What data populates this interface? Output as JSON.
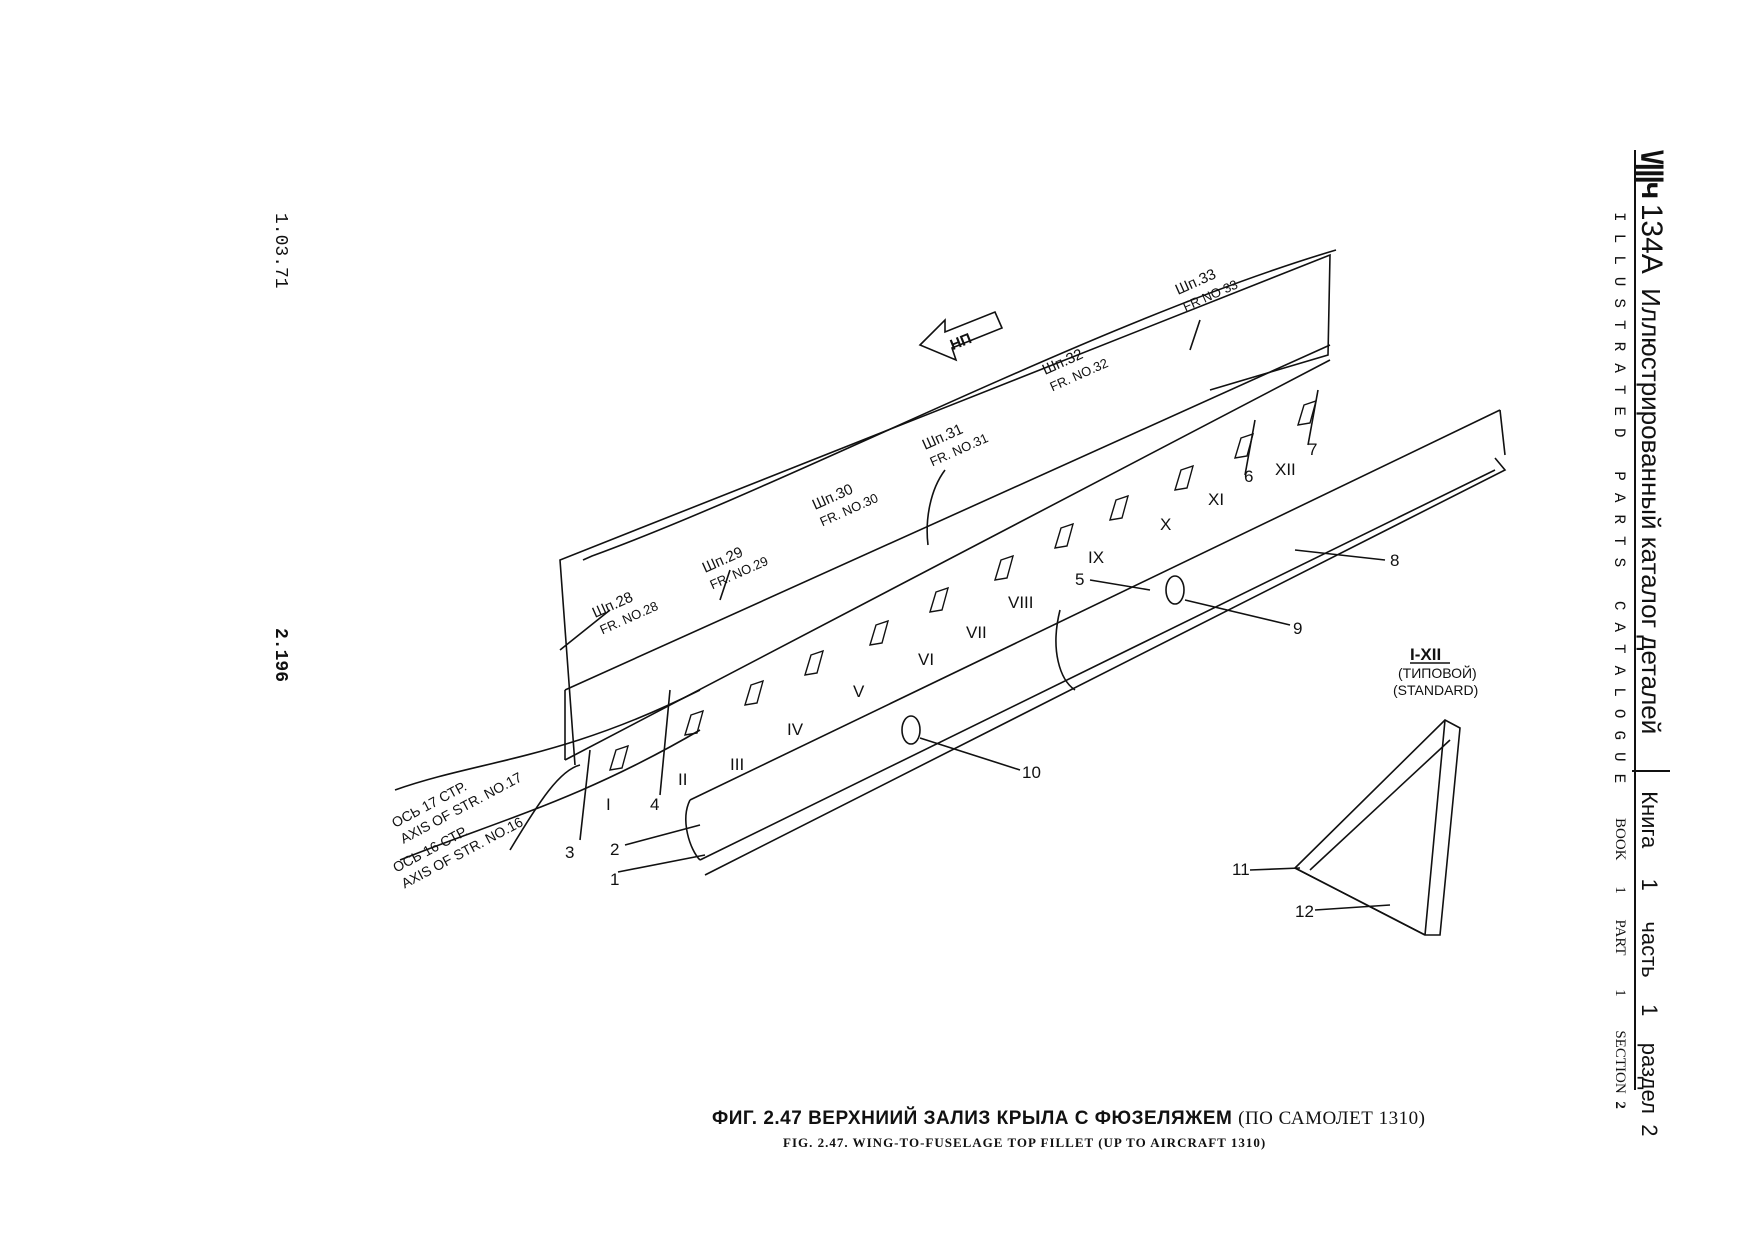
{
  "side_marks": {
    "date": "1.03.71",
    "page": "2.196"
  },
  "header": {
    "logo_mark": "\\/|||ч",
    "model": "134А",
    "title_ru": "Иллюстрированный каталог деталей",
    "title_en": "ILLUSTRATED PARTS CATALOGUE",
    "book_ru": "Книга",
    "book_no": "1",
    "part_ru": "часть",
    "part_no": "1",
    "section_ru": "раздел",
    "section_no": "2",
    "book_en": "BOOK",
    "part_en": "PART",
    "section_en": "SECTION"
  },
  "direction_arrow": "НП",
  "frames": [
    {
      "ru": "Шп.28",
      "en": "FR. NO.28"
    },
    {
      "ru": "Шп.29",
      "en": "FR. NO.29"
    },
    {
      "ru": "Шп.30",
      "en": "FR. NO.30"
    },
    {
      "ru": "Шп.31",
      "en": "FR. NO.31"
    },
    {
      "ru": "Шп.32",
      "en": "FR. NO.32"
    },
    {
      "ru": "Шп.33",
      "en": "FR NO 33"
    }
  ],
  "axes": [
    {
      "ru": "ОСЬ 17 СТР.",
      "en": "AXIS OF STR. NO.17"
    },
    {
      "ru": "ОСЬ 16 СТР.",
      "en": "AXIS OF STR. NO.16"
    }
  ],
  "roman_labels": [
    "I",
    "II",
    "III",
    "IV",
    "V",
    "VI",
    "VII",
    "VIII",
    "IX",
    "X",
    "XI",
    "XII"
  ],
  "callouts": [
    "1",
    "2",
    "3",
    "4",
    "5",
    "6",
    "7",
    "8",
    "9",
    "10"
  ],
  "detail": {
    "range": "I-XII",
    "ru": "(ТИПОВОЙ)",
    "en": "(STANDARD)",
    "callouts": [
      "11",
      "12"
    ]
  },
  "caption": {
    "ru_main": "ФИГ. 2.47  ВЕРХНИИЙ ЗАЛИЗ КРЫЛА С ФЮЗЕЛЯЖЕМ",
    "ru_note": "(ПО САМОЛЕТ 1310)",
    "en": "FIG. 2.47. WING-TO-FUSELAGE TOP FILLET (UP TO AIRCRAFT 1310)"
  }
}
